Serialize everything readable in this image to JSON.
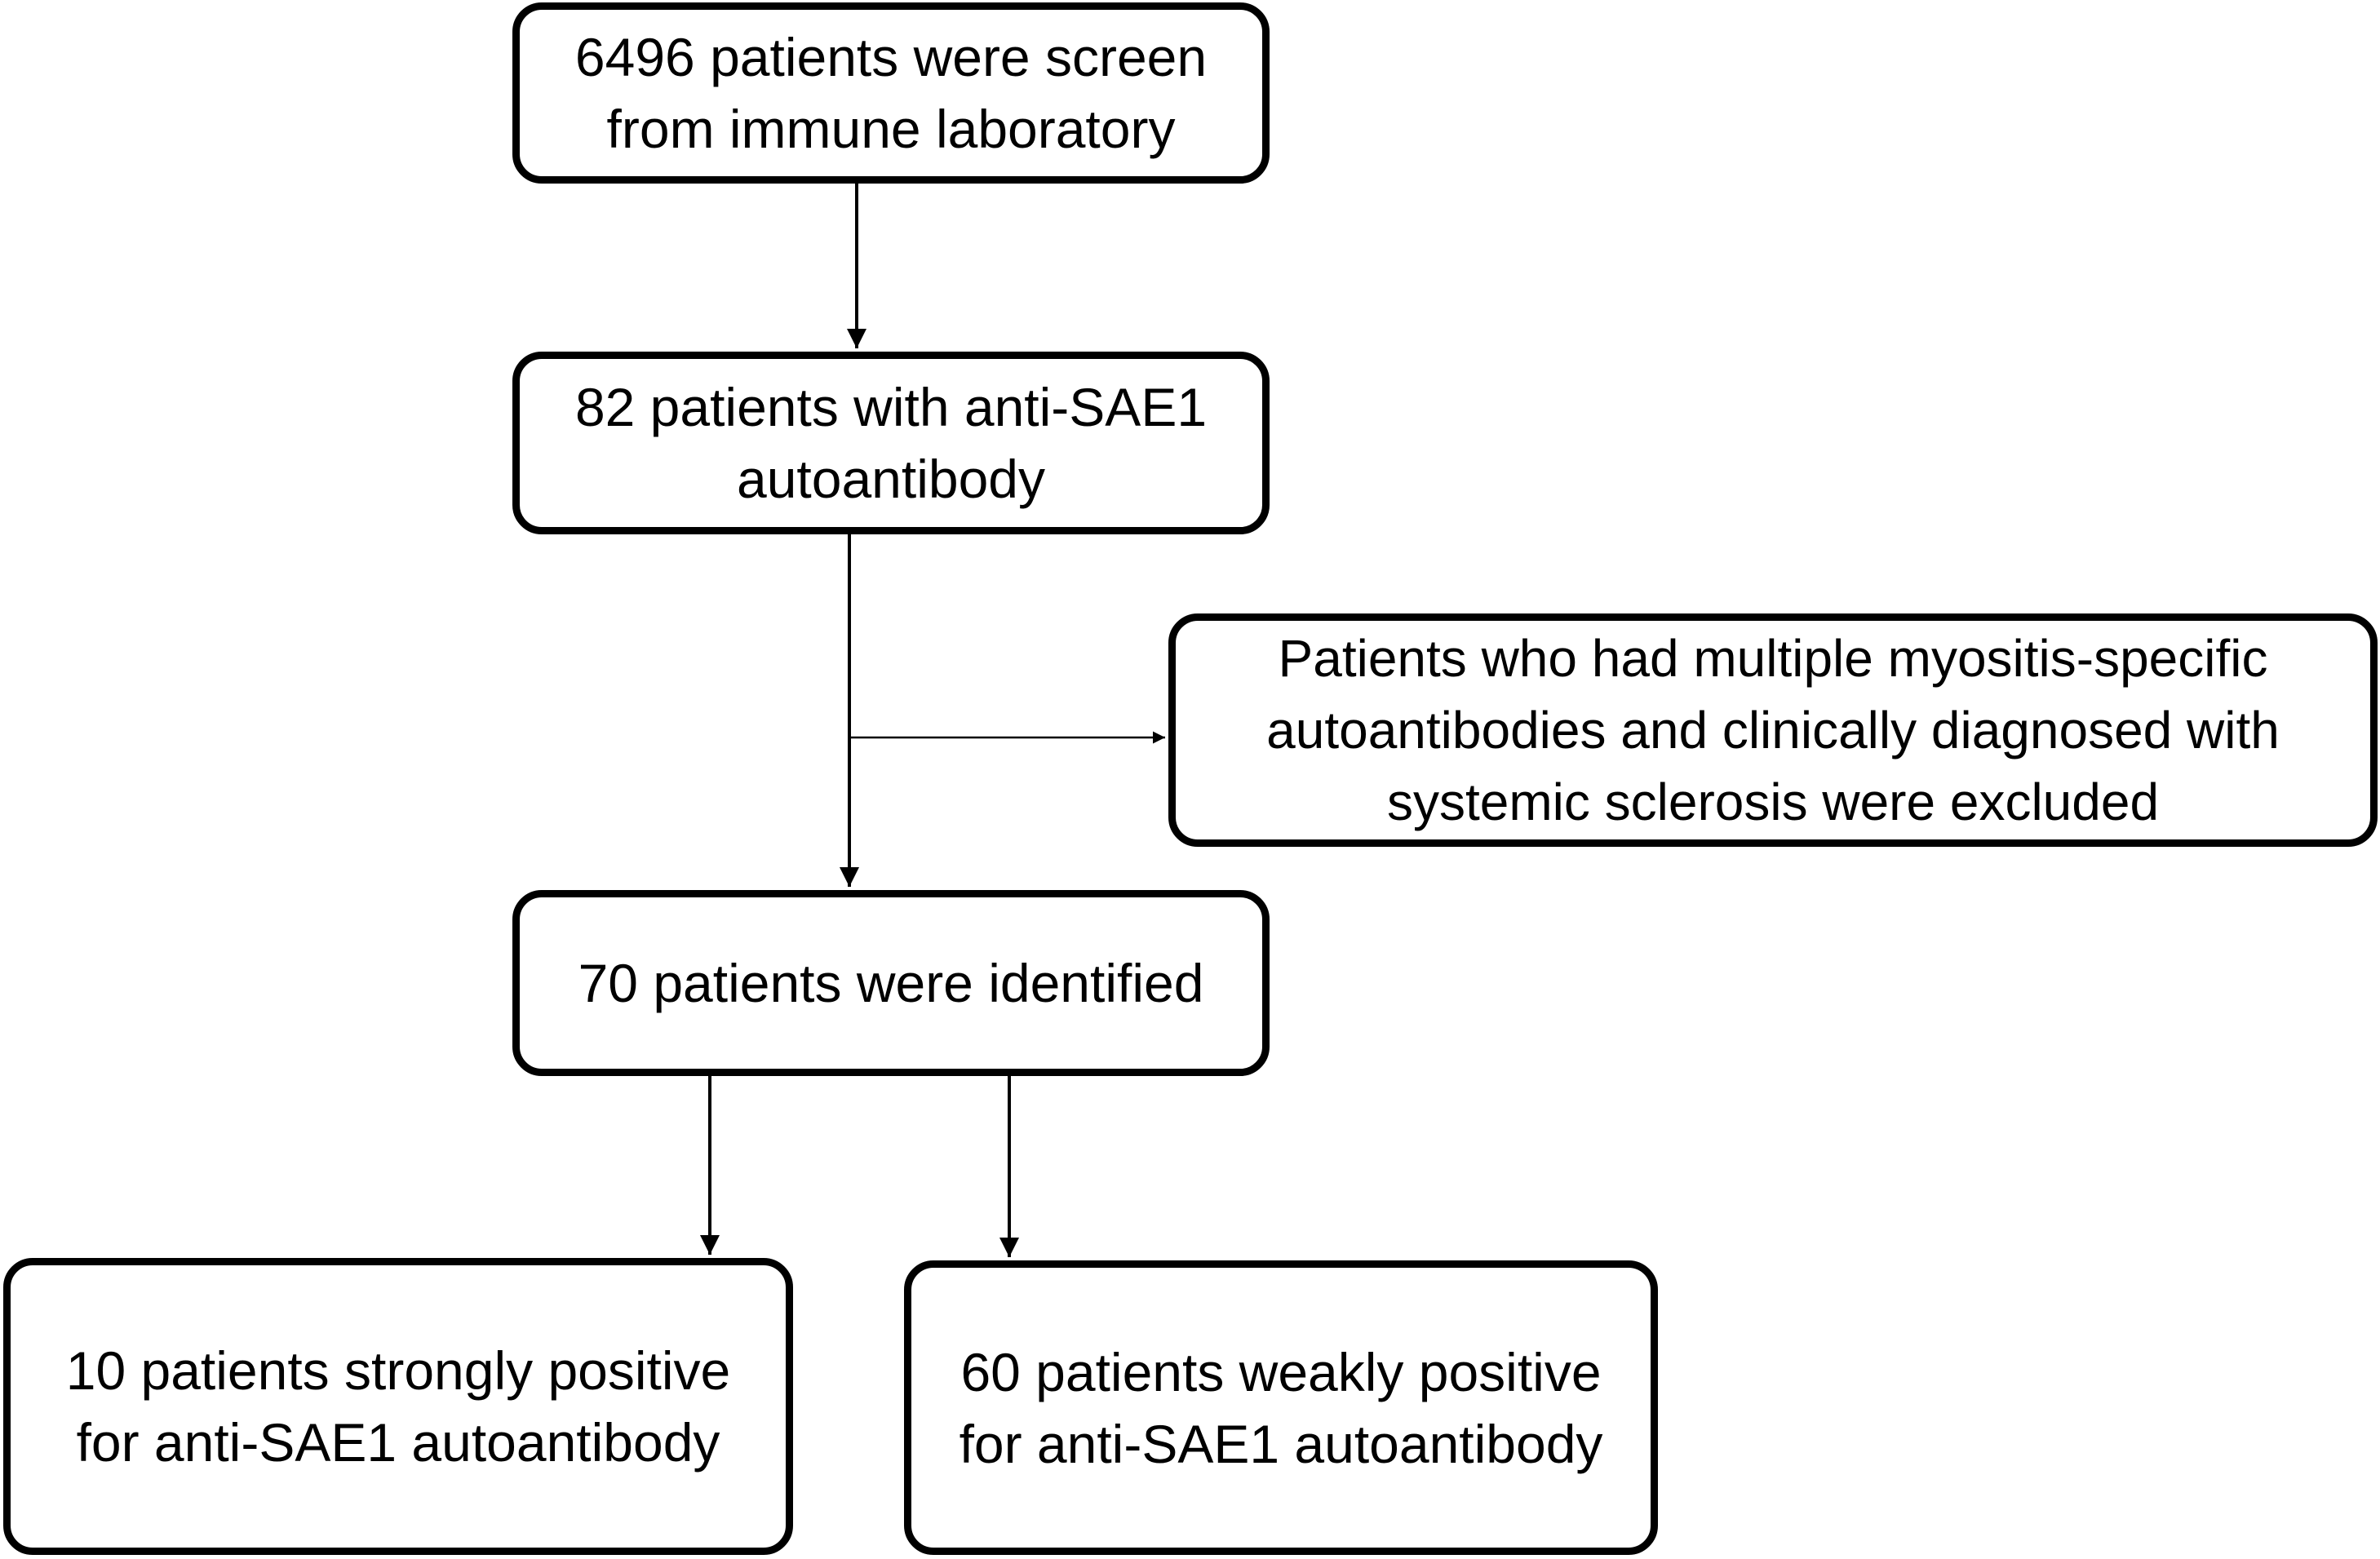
{
  "boxes": {
    "screened": {
      "line1": "6496 patients were screen",
      "line2": "from immune laboratory"
    },
    "anti_sae1": {
      "line1": "82 patients with anti-SAE1",
      "line2": "autoantibody"
    },
    "excluded": {
      "line1": "Patients who had multiple myositis-specific",
      "line2": "autoantibodies and clinically diagnosed with",
      "line3": "systemic sclerosis were excluded"
    },
    "identified": {
      "line1": "70 patients were identified"
    },
    "strongly_positive": {
      "line1": "10 patients strongly positive",
      "line2": "for anti-SAE1 autoantibody"
    },
    "weakly_positive": {
      "line1": "60 patients weakly positive",
      "line2": "for anti-SAE1 autoantibody"
    }
  },
  "colors": {
    "stroke": "#000000",
    "background": "#ffffff"
  }
}
